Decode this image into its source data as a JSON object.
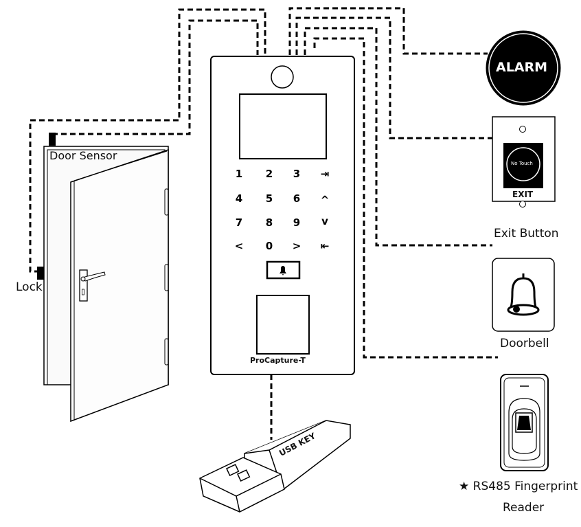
{
  "device": {
    "model_label": "ProCapture-T",
    "keypad": [
      [
        "1",
        "2",
        "3",
        "⇥"
      ],
      [
        "4",
        "5",
        "6",
        "^"
      ],
      [
        "7",
        "8",
        "9",
        "v"
      ],
      [
        "<",
        "0",
        ">",
        "⇤"
      ]
    ],
    "keypad_icons": {
      "row0_col3": "menu-exit-icon",
      "row3_col3": "ok-enter-icon",
      "doorbell_key": "bell-icon"
    }
  },
  "peripherals": {
    "alarm": {
      "text": "ALARM"
    },
    "exit_button": {
      "face_text": "No Touch",
      "plate_text": "EXIT",
      "label": "Exit Button"
    },
    "doorbell": {
      "label": "Doorbell"
    },
    "fingerprint_reader": {
      "label_line1": "★ RS485 Fingerprint",
      "label_line2": "Reader"
    },
    "usb_key": {
      "text": "USB KEY"
    },
    "door_sensor": {
      "label": "Door Sensor"
    },
    "lock": {
      "label": "Lock"
    }
  }
}
